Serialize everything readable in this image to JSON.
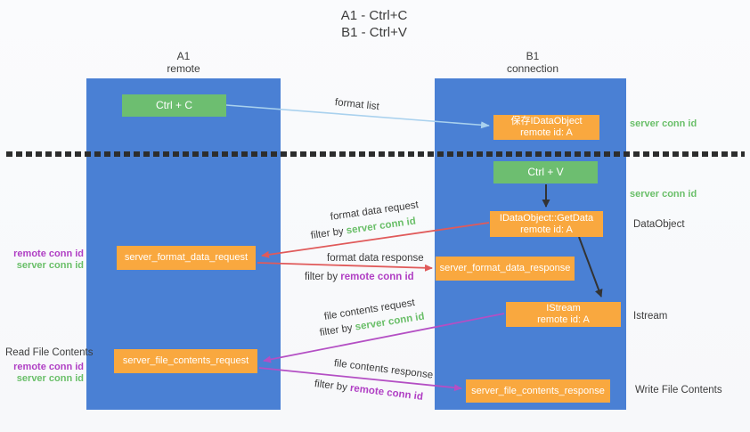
{
  "title": {
    "line1": "A1 - Ctrl+C",
    "line2": "B1 - Ctrl+V"
  },
  "columns": {
    "a": {
      "name": "A1",
      "subtitle": "remote"
    },
    "b": {
      "name": "B1",
      "subtitle": "connection"
    }
  },
  "boxes": {
    "ctrl_c": "Ctrl + C",
    "ctrl_v": "Ctrl + V",
    "save_dataobject": {
      "line1": "保存IDataObject",
      "line2": "remote id: A"
    },
    "getdata": {
      "line1": "IDataObject::GetData",
      "line2": "remote id: A"
    },
    "istream": {
      "line1": "IStream",
      "line2": "remote id: A"
    },
    "format_request": "server_format_data_request",
    "format_response": "server_format_data_response",
    "file_request": "server_file_contents_request",
    "file_response": "server_file_contents_response"
  },
  "labels": {
    "format_list": "format list",
    "format_data_request": "format data request",
    "format_data_response": "format data response",
    "file_contents_request": "file contents request",
    "file_contents_response": "file contents response",
    "filter_by": "filter by",
    "server_conn_id": "server conn id",
    "remote_conn_id": "remote conn id"
  },
  "annotations": {
    "right": {
      "server_conn_id_top": "server conn id",
      "server_conn_id_mid": "server conn id",
      "dataobject": "DataObject",
      "istream": "Istream",
      "write_file_contents": "Write File Contents"
    },
    "left": {
      "remote_conn_id": "remote conn id",
      "server_conn_id": "server conn id",
      "read_file_contents": "Read File Contents"
    }
  },
  "colors": {
    "column_blue": "#4a80d4",
    "box_green": "#6dbe70",
    "box_orange": "#f9a83f",
    "text_green": "#6abf69",
    "text_purple": "#b03fc4",
    "arrow_red": "#e05a5a",
    "arrow_purple": "#b44fc4",
    "arrow_blue": "#a9d1ee",
    "arrow_black": "#333333"
  }
}
